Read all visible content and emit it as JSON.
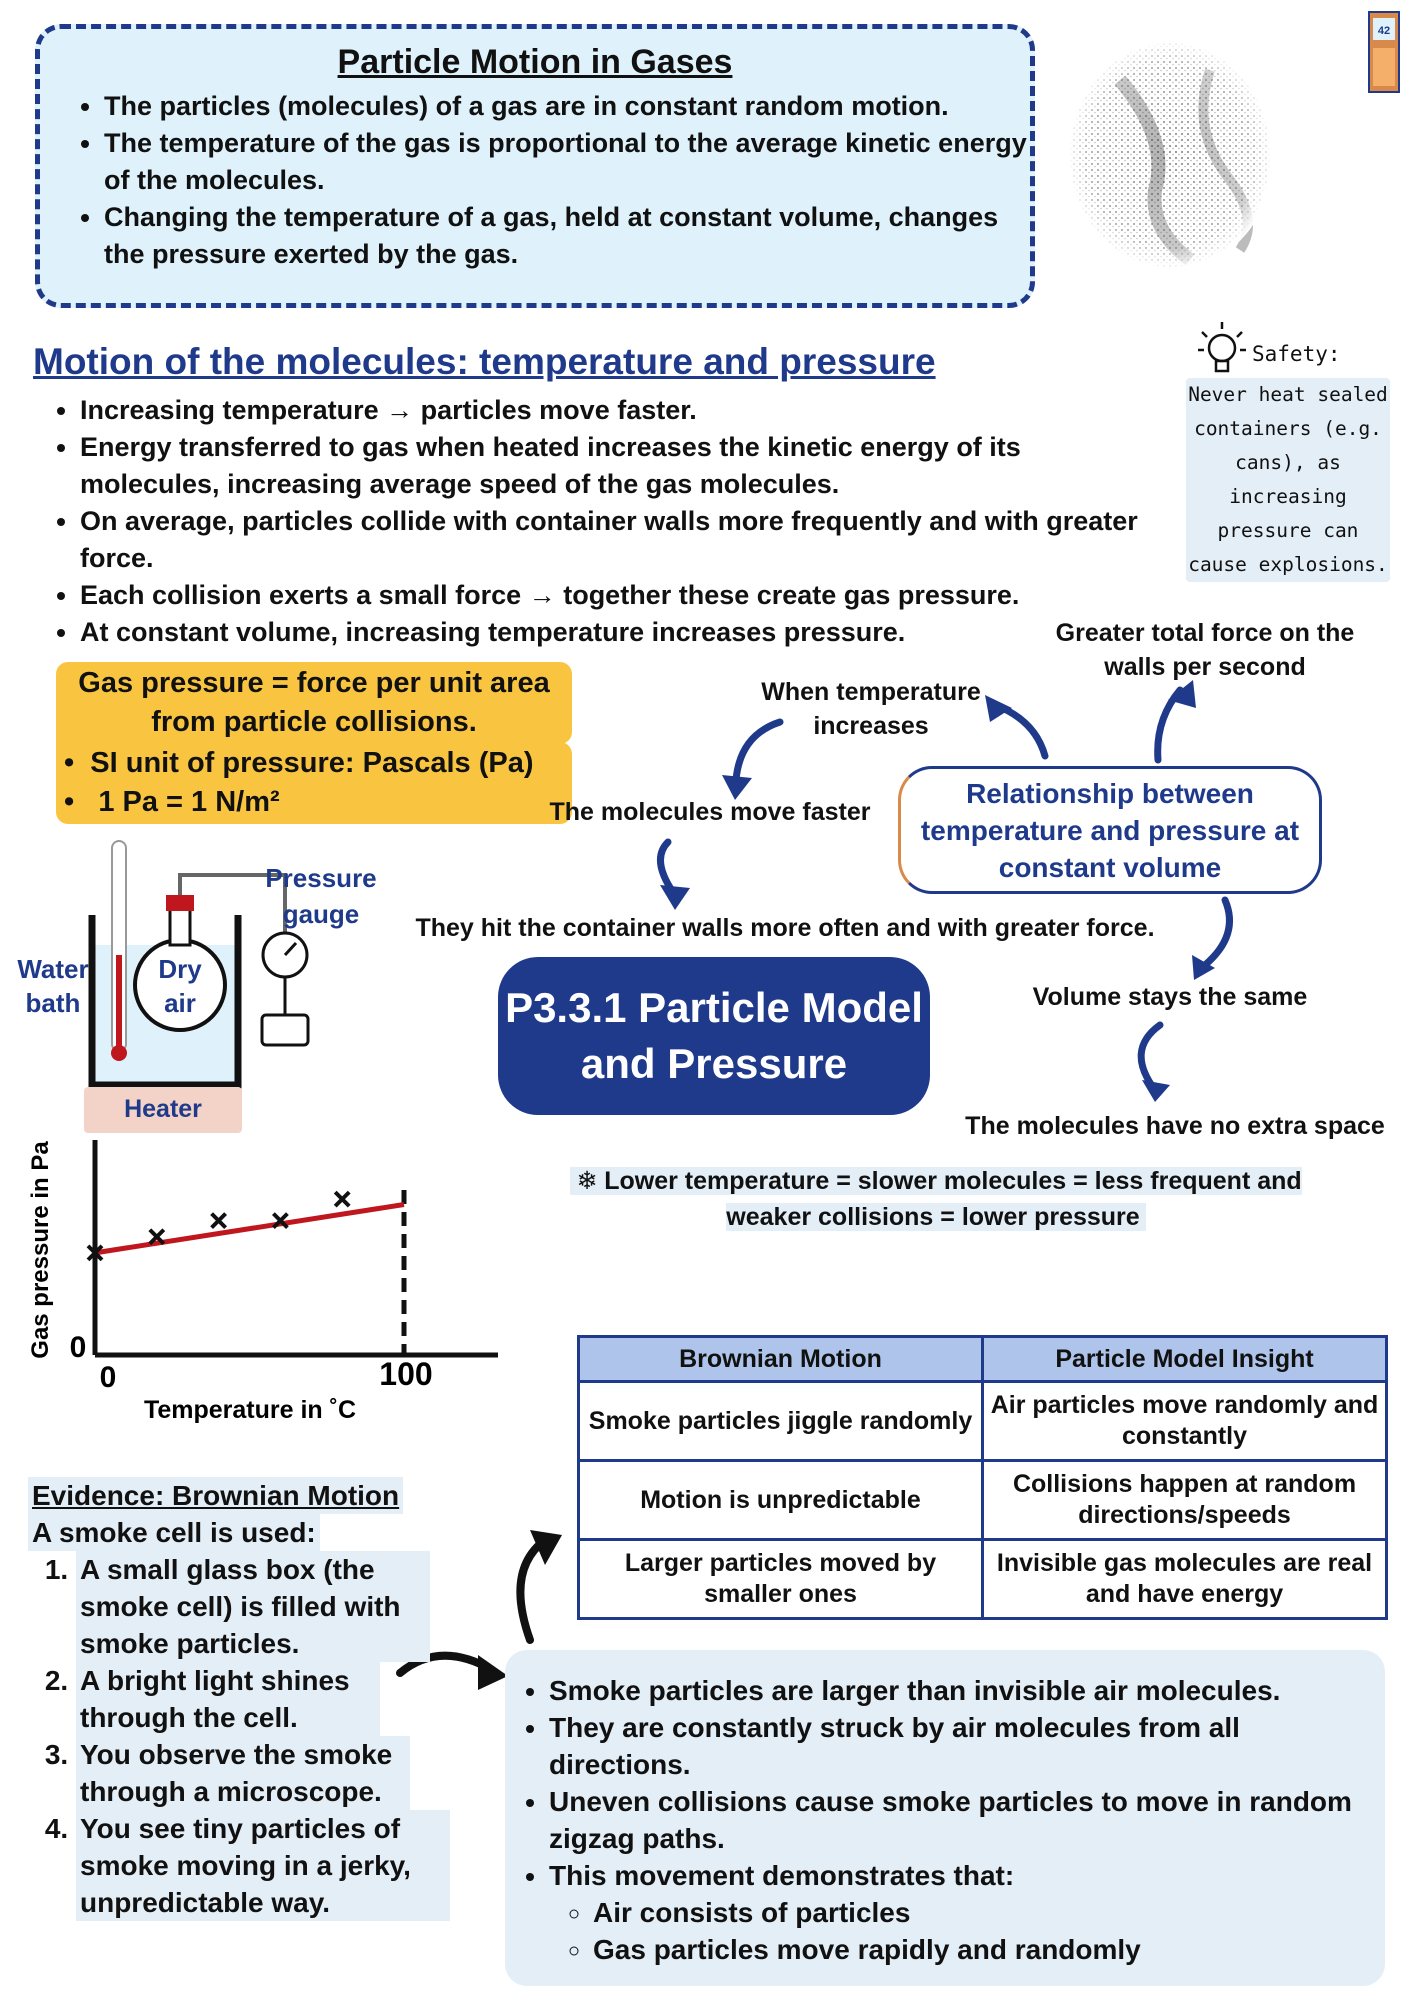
{
  "intro": {
    "title": "Particle Motion in Gases",
    "bullets": [
      "The particles (molecules) of a gas are in constant random motion.",
      "The temperature of the gas is proportional to the average kinetic energy of the molecules.",
      "Changing the temperature of a gas, held at constant volume, changes the pressure exerted by the gas."
    ]
  },
  "page_badge": "42",
  "motion": {
    "heading": "Motion of the molecules: temperature and pressure",
    "bullets": [
      "Increasing temperature → particles move faster.",
      "Energy transferred to gas when heated increases the kinetic energy of its molecules, increasing average speed of the gas molecules.",
      "On average, particles collide with container walls more frequently and with greater force.",
      "Each collision exerts a small force → together these create gas pressure.",
      "At constant volume, increasing temperature increases pressure."
    ]
  },
  "safety": {
    "title": "Safety:",
    "text": "Never heat sealed containers (e.g. cans), as increasing pressure can cause explosions."
  },
  "pressure_box": {
    "line1": "Gas pressure = force per unit area",
    "line2": "from particle collisions.",
    "bullet1": "SI unit of pressure: Pascals (Pa)",
    "bullet2": "1 Pa = 1 N/m²"
  },
  "apparatus": {
    "water_bath": "Water bath",
    "dry_air": "Dry air",
    "pressure_gauge": "Pressure gauge",
    "heater": "Heater"
  },
  "flow": {
    "when_temp": "When temperature increases",
    "faster": "The molecules move faster",
    "hit_walls": "They hit the container walls more often and with greater force.",
    "greater_force": "Greater total force on the walls per second",
    "relationship": "Relationship between temperature and pressure at constant volume",
    "volume_same": "Volume stays the same",
    "no_space": "The molecules have no extra space"
  },
  "central_title": "P3.3.1 Particle Model and Pressure",
  "lower_temp": "❄ Lower temperature = slower molecules = less frequent and weaker collisions = lower pressure",
  "chart_data": {
    "type": "scatter",
    "title": "",
    "xlabel": "Temperature in ˚C",
    "ylabel": "Gas pressure in Pa",
    "x_ticks": [
      "0",
      "100"
    ],
    "y_ticks": [
      "0"
    ],
    "points": [
      [
        0,
        38
      ],
      [
        20,
        44
      ],
      [
        40,
        50
      ],
      [
        60,
        50
      ],
      [
        80,
        58
      ]
    ],
    "trendline": [
      [
        0,
        38
      ],
      [
        100,
        56
      ]
    ],
    "marker": "x",
    "line_color": "#c0171f"
  },
  "table": {
    "headers": [
      "Brownian Motion",
      "Particle Model Insight"
    ],
    "rows": [
      [
        "Smoke particles jiggle randomly",
        "Air particles move randomly and constantly"
      ],
      [
        "Motion is unpredictable",
        "Collisions happen at random directions/speeds"
      ],
      [
        "Larger particles moved by smaller ones",
        "Invisible gas molecules are real and have energy"
      ]
    ]
  },
  "evidence": {
    "heading": "Evidence: Brownian Motion",
    "intro": "A smoke cell is used:",
    "steps": [
      "A small glass box (the smoke cell) is filled with smoke particles.",
      "A bright light shines through the cell.",
      "You observe the smoke through a microscope.",
      "You see tiny particles of smoke moving in a jerky, unpredictable way."
    ]
  },
  "summary": {
    "bullets": [
      "Smoke particles are larger than invisible air molecules.",
      "They are constantly struck by air molecules from all directions.",
      "Uneven collisions cause smoke particles to move in random zigzag paths.",
      "This movement demonstrates that:"
    ],
    "sub": [
      "Air consists of particles",
      "Gas particles move rapidly and randomly"
    ]
  },
  "colors": {
    "navy": "#1f3a8a",
    "yellow": "#f9c540",
    "light_blue": "#e3eef7",
    "red": "#c0171f"
  }
}
